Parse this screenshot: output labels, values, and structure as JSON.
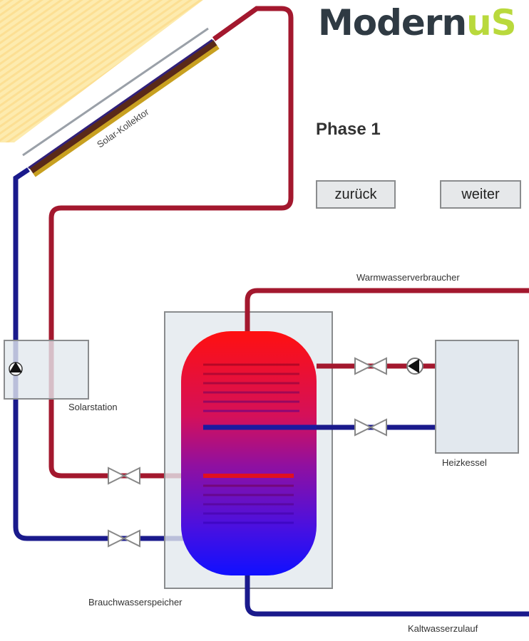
{
  "logo": {
    "main": "Modern",
    "accent": "uS"
  },
  "phase": {
    "title": "Phase 1"
  },
  "navigation": {
    "back_label": "zurück",
    "next_label": "weiter"
  },
  "labels": {
    "collector": "Solar-Kollektor",
    "solar_station": "Solarstation",
    "storage_tank": "Brauchwasserspeicher",
    "boiler": "Heizkessel",
    "hot_water_consumer": "Warmwasserverbraucher",
    "cold_water_inlet": "Kaltwasserzulauf"
  },
  "colors": {
    "hot_pipe": "#a3182e",
    "cold_pipe": "#1a1a8c",
    "tank_top": "#ff1010",
    "tank_bottom": "#1010ff",
    "component_box": "#e2e8ee",
    "component_border": "#8a8c8e",
    "sun_glow": "#fde7a0"
  }
}
